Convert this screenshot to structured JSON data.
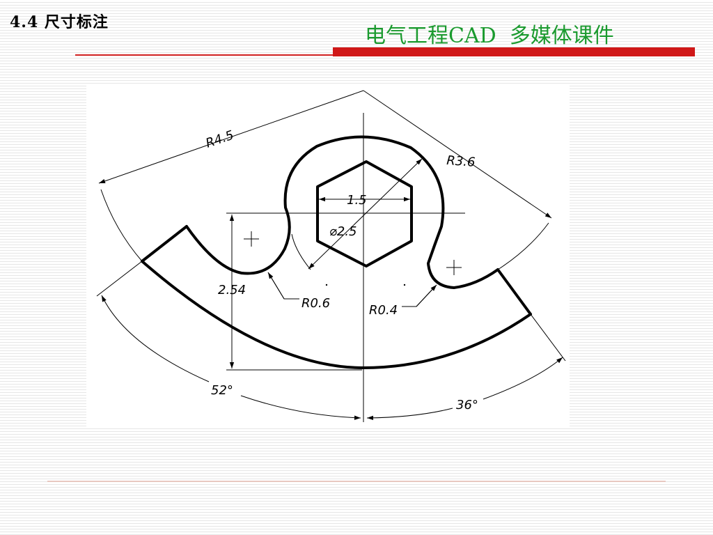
{
  "header": {
    "section_title": "4.4  尺寸标注",
    "course_title": "电气工程CAD  多媒体课件"
  },
  "colors": {
    "course_title": "#1a9a2e",
    "accent_bar": "#d01818"
  },
  "drawing": {
    "labels": {
      "outer_radius": "R4.5",
      "right_radius": "R3.6",
      "hex_width": "1.5",
      "circle_diameter": "⌀2.5",
      "height": "2.54",
      "left_fillet": "R0.6",
      "right_fillet": "R0.4",
      "left_angle": "52°",
      "right_angle": "36°"
    }
  }
}
